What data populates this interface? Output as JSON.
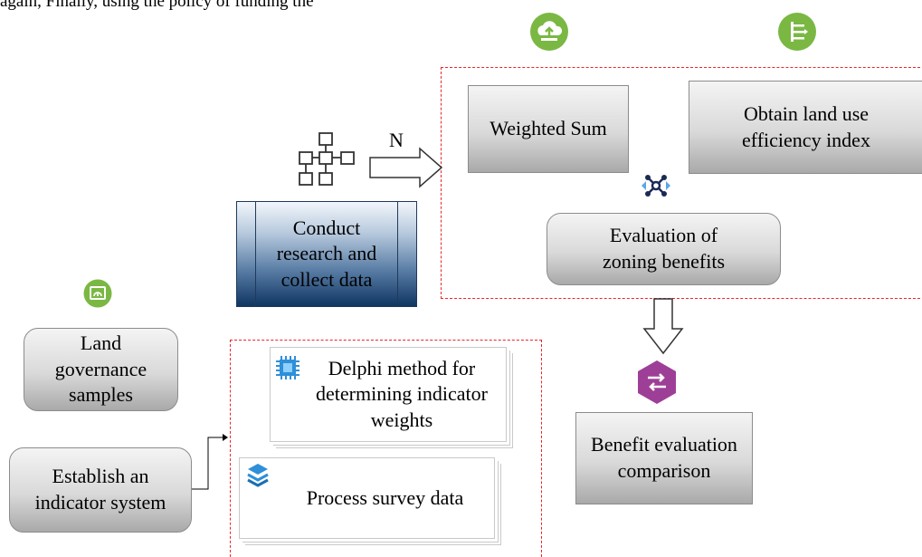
{
  "header_fragment": "again, Finally, using the policy of funding the",
  "nodes": {
    "weighted_sum": "Weighted Sum",
    "obtain_index": "Obtain land use efficiency index",
    "conduct_research": "Conduct research and collect data",
    "evaluation_zoning": "Evaluation of zoning benefits",
    "land_samples": "Land governance samples",
    "establish_indicator": "Establish an indicator system",
    "delphi": "Delphi method for determining indicator weights",
    "process_survey": "Process survey data",
    "benefit_comparison": "Benefit evaluation comparison"
  },
  "arrow_label": "N",
  "colors": {
    "dash_border": "#e8262b",
    "icon_green": "#7ab843",
    "icon_purple": "#9e3f97",
    "icon_blue": "#2f8fd8",
    "dark_blue": "#0f3562"
  },
  "icons": [
    "cloud-upload-icon",
    "pipeline-icon",
    "network-grid-icon",
    "hub-network-icon",
    "monitor-icon",
    "chip-icon",
    "layers-icon",
    "swap-arrows-icon"
  ]
}
